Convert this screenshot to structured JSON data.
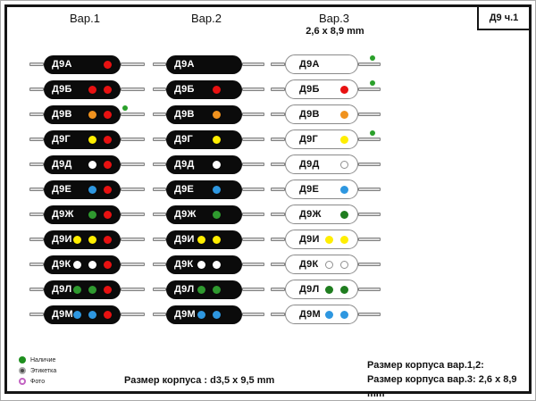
{
  "page_code": "Д9 ч.1",
  "columns": [
    {
      "title": "Вар.1",
      "subtitle": ""
    },
    {
      "title": "Вар.2",
      "subtitle": ""
    },
    {
      "title": "Вар.3",
      "subtitle": "2,6 x 8,9 mm"
    }
  ],
  "rows": [
    {
      "label": "Д9А",
      "v1": [
        "red"
      ],
      "v2": [],
      "v3": [],
      "ext1": false,
      "ext3": true
    },
    {
      "label": "Д9Б",
      "v1": [
        "red",
        "red"
      ],
      "v2": [
        "red"
      ],
      "v3": [
        "red"
      ],
      "ext1": false,
      "ext3": true
    },
    {
      "label": "Д9В",
      "v1": [
        "orange",
        "red"
      ],
      "v2": [
        "orange"
      ],
      "v3": [
        "orange"
      ],
      "ext1": true,
      "ext3": false
    },
    {
      "label": "Д9Г",
      "v1": [
        "yellow",
        "red"
      ],
      "v2": [
        "yellow"
      ],
      "v3": [
        "yellow"
      ],
      "ext1": false,
      "ext3": true
    },
    {
      "label": "Д9Д",
      "v1": [
        "white",
        "red"
      ],
      "v2": [
        "white"
      ],
      "v3": [
        "hollow"
      ],
      "ext1": false,
      "ext3": false
    },
    {
      "label": "Д9Е",
      "v1": [
        "blue",
        "red"
      ],
      "v2": [
        "blue"
      ],
      "v3": [
        "blue"
      ],
      "ext1": false,
      "ext3": false
    },
    {
      "label": "Д9Ж",
      "v1": [
        "green",
        "red"
      ],
      "v2": [
        "green"
      ],
      "v3": [
        "dgreen"
      ],
      "ext1": false,
      "ext3": false
    },
    {
      "label": "Д9И",
      "v1": [
        "yellow",
        "yellow",
        "red"
      ],
      "v2": [
        "yellow",
        "yellow"
      ],
      "v3": [
        "yellow",
        "yellow"
      ],
      "ext1": false,
      "ext3": false
    },
    {
      "label": "Д9К",
      "v1": [
        "white",
        "white",
        "red"
      ],
      "v2": [
        "white",
        "white"
      ],
      "v3": [
        "hollow",
        "hollow"
      ],
      "ext1": false,
      "ext3": false
    },
    {
      "label": "Д9Л",
      "v1": [
        "green",
        "green",
        "red"
      ],
      "v2": [
        "green",
        "green"
      ],
      "v3": [
        "dgreen",
        "dgreen"
      ],
      "ext1": false,
      "ext3": false
    },
    {
      "label": "Д9М",
      "v1": [
        "blue",
        "blue",
        "red"
      ],
      "v2": [
        "blue",
        "blue"
      ],
      "v3": [
        "blue",
        "blue"
      ],
      "ext1": false,
      "ext3": false
    }
  ],
  "legend": [
    {
      "label": "Наличие",
      "symbol": "green-filled"
    },
    {
      "label": "Этикетка",
      "symbol": "gray-donut"
    },
    {
      "label": "Фото",
      "symbol": "magenta-ring"
    }
  ],
  "footer": {
    "center": "Размер корпуса : d3,5 x 9,5 mm",
    "right_line1": "Размер корпуса вар.1,2:",
    "right_line2": "Размер корпуса вар.3: 2,6 x 8,9 mm"
  },
  "colors": {
    "red": "#e81111",
    "orange": "#f0921e",
    "yellow": "#ffee00",
    "white": "#ffffff",
    "blue": "#2e97e0",
    "green": "#2f9a2f",
    "dgreen": "#1f7d1f",
    "ext_green": "#2aa02a",
    "body_black": "#0b0b0b"
  }
}
